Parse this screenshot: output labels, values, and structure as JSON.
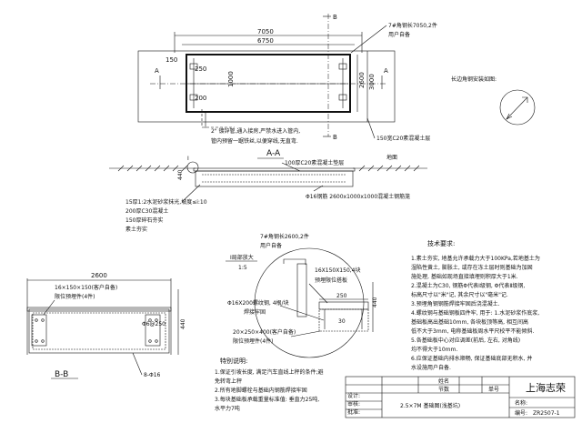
{
  "plan": {
    "section_mark_b": "B",
    "section_mark_a": "A",
    "dim_total": "7050",
    "dim_inner": "6750",
    "dim_150": "150",
    "dim_250": "250",
    "dim_200": "200",
    "dim_1000": "1000",
    "dim_2600": "2600",
    "dim_3000": "3000",
    "note_angle": "7#角钢长7050,2件",
    "note_angle_user": "用户自备",
    "note_pipe_1": "2\" 镀锌管,通入接房,严禁水进入管内,",
    "note_pipe_2": "管内预留一踞铁丝,以便穿线,无直弯.",
    "note_concrete": "150宽C20素混凝土层"
  },
  "detail": {
    "title": "长边角钢安装如图:"
  },
  "section_aa": {
    "title": "A-A",
    "mark_i": "I",
    "dim_440": "440",
    "top_layer": "100厚C20素混凝土垫层",
    "ground": "地面",
    "layer_1": "15厚1:2水泥砂浆抹光,坡度≤i:10",
    "layer_2": "200厚C30混凝土",
    "layer_3": "150厚碎石夯实",
    "layer_4": "素土夯实",
    "rebar": "Φ16钢筋 2600x1000x1000混凝土钢筋笼"
  },
  "section_bb": {
    "title": "B-B",
    "dim_2600": "2600",
    "dim_440": "440",
    "plate_note": "16×150×150(客户自备)",
    "plate_note_2": "限位预埋件(4件)",
    "bolt_note": "Φ6@250",
    "bar_note": "8-Φ16"
  },
  "detail_i": {
    "title": "I局部放大",
    "scale": "1:5",
    "angle": "7#角钢长2600,2件",
    "angle_user": "用户自备",
    "plate": "预埋限位搭板",
    "plate_size": "16X150X150,4块",
    "dim_250": "250",
    "dim_30": "30",
    "dim_440": "440",
    "bolt": "Φ16X200螺纹钢, 4根/块",
    "weld": "焊接牢固",
    "embed": "20×250×400(客户自备)",
    "embed_2": "限位预埋件(4件)"
  },
  "tech": {
    "title": "技术要求:",
    "items": [
      "1.素土夯实, 地基允许承载力大于100KPa,若地基土为",
      "   湿陷性黄土, 膨胀土, 或存在冻土层时则基础为加固",
      "   施处理, 基础如现场直接填埋则积厚大于1米.",
      "2.混凝土为C30, 钢筋Φ代表Ⅰ级钢, Φ代表Ⅱ级钢,",
      "   标高尺寸以\"米\"记, 其余尺寸以\"毫米\"记.",
      "3.预埋角钢钢筋焊接牢固后浇混凝土.",
      "4.螺纹钢与基础钢板四件牢, 用于: 1.水泥砂浆作底浆,",
      "   基础板高出基础10mm, 各块板顶等高, 相互间高",
      "   低不大于3mm, 电称基础板周水平尺校平不能倾斜.",
      "5.各基础板中心对应调差(前后, 左右, 对角线)",
      "   均不得大于10mm.",
      "6.应保证基础内排水顺畅, 保证基础底部无积水, 并",
      "   水设施用户自备."
    ]
  },
  "notes": {
    "title": "特别说明:",
    "items": [
      "1.保证引坡长度, 满足汽车直线上秤的条件;避",
      "   免转弯上秤",
      "2.所有地脚螺栓与基础内钢筋焊接牢固",
      "3.每块基础板承载重量标准值: 垂直力25吨,",
      "   水平力7吨"
    ]
  },
  "title_block": {
    "name_label": "姓名",
    "page_label": "节数",
    "sheet_label": "单号",
    "design_label": "设计:",
    "check_label": "审核:",
    "approve_label": "批准:",
    "company": "上海志荣",
    "drawing_title": "2.5×7M 基础图(浅基坑)",
    "part_label": "名称:",
    "number_label": "编号:",
    "number": "ZR2507-1"
  }
}
